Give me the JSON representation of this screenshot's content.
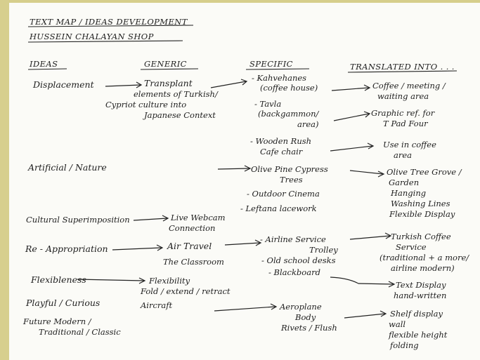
{
  "title": {
    "line1": "TEXT MAP / IDEAS DEVELOPMENT",
    "line2": "HUSSEIN CHALAYAN SHOP"
  },
  "headers": {
    "ideas": "IDEAS",
    "generic": "GENERIC",
    "specific": "SPECIFIC",
    "translated": "TRANSLATED INTO . . ."
  },
  "ideas": [
    "Displacement",
    "Artificial / Nature",
    "Cultural Superimposition",
    "Re - Appropriation",
    "Flexibleness",
    "Playful / Curious",
    "Future Modern /",
    "Traditional / Classic"
  ],
  "generic": [
    "Transplant",
    "elements of Turkish/",
    "Cypriot culture into",
    "Japanese Context",
    "Live Webcam",
    "Connection",
    "Air Travel",
    "The Classroom",
    "Flexibility",
    "Fold / extend / retract",
    "Aircraft"
  ],
  "specific": [
    "- Kahvehanes",
    "(coffee house)",
    "- Tavla",
    "(backgammon/",
    "area)",
    "- Wooden Rush",
    "Cafe chair",
    "Olive Pine Cypress",
    "Trees",
    "- Outdoor Cinema",
    "- Leftana lacework",
    "- Airline Service",
    "Trolley",
    "- Old school desks",
    "- Blackboard",
    "Aeroplane",
    "Body",
    "Rivets / Flush"
  ],
  "translated": [
    "Coffee / meeting /",
    "waiting area",
    "Graphic ref. for",
    "T Pad Four",
    "Use in coffee",
    "area",
    "Olive Tree Grove /",
    "Garden",
    "Hanging",
    "Washing Lines",
    "Flexible Display",
    "Turkish Coffee",
    "Service",
    "(traditional + a more/",
    "airline modern)",
    "Text Display",
    "hand-written",
    "Shelf display",
    "wall",
    "flexible height",
    "folding"
  ]
}
